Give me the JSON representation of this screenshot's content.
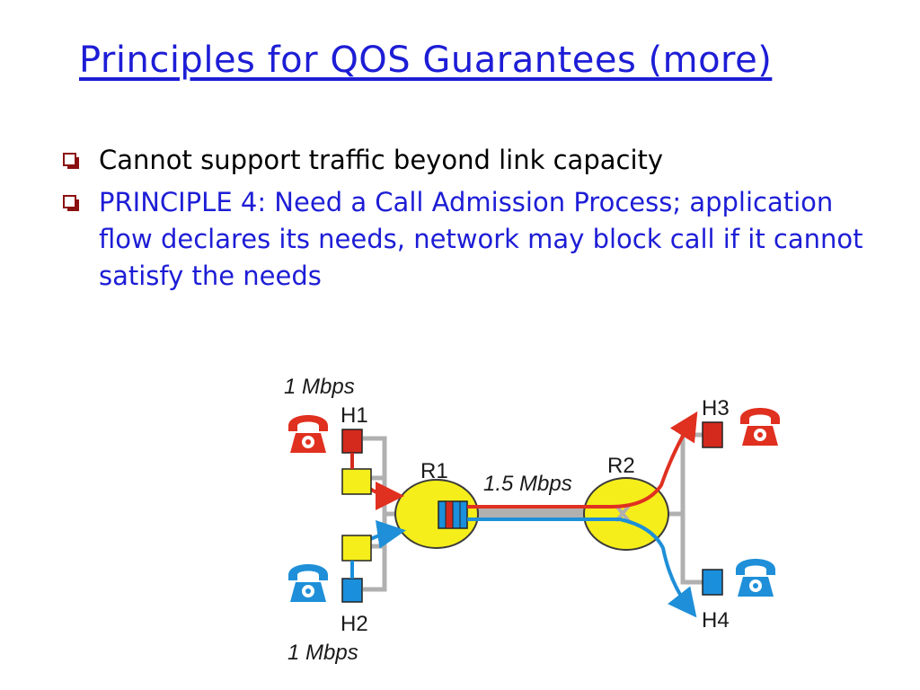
{
  "slide": {
    "title": "Principles for QOS Guarantees (more)",
    "bullets": [
      {
        "text": "Cannot support traffic beyond link capacity",
        "color": "#000000"
      },
      {
        "text": "PRINCIPLE 4: Need a Call Admission Process; application flow declares its needs, network may block call if it cannot satisfy the needs",
        "color": "#1d1dd6"
      }
    ]
  },
  "diagram": {
    "h1_rate": "1 Mbps",
    "h2_rate": "1 Mbps",
    "link_rate": "1.5 Mbps",
    "routers": [
      "R1",
      "R2"
    ],
    "hosts": [
      "H1",
      "H2",
      "H3",
      "H4"
    ],
    "colors": {
      "red_flow": "#e03020",
      "blue_flow": "#1e8fd8",
      "router_fill": "#f5ee1a",
      "host_red": "#d42a1e",
      "host_blue": "#1a8fdc",
      "wire": "#b0b0b0"
    },
    "icons": [
      "telephone-icon",
      "telephone-icon",
      "telephone-icon",
      "telephone-icon"
    ]
  }
}
